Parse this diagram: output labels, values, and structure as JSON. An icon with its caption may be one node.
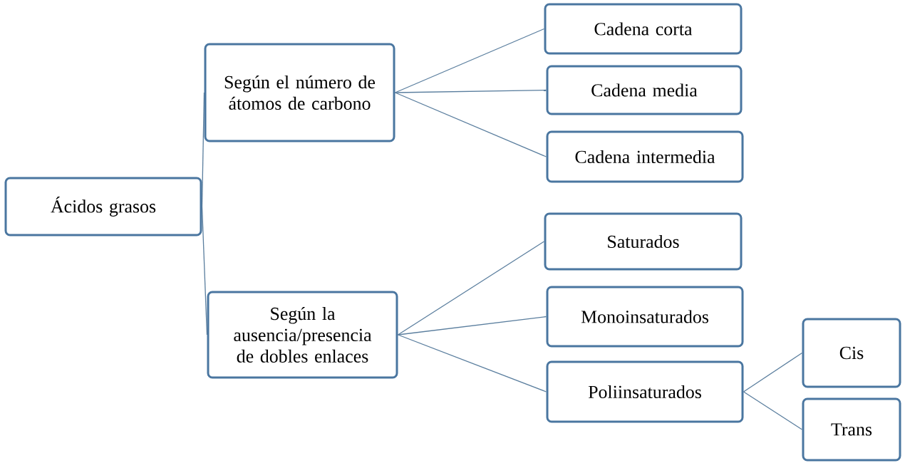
{
  "diagram": {
    "nodes": [
      {
        "text": [
          "Ácidos grasos"
        ]
      },
      {
        "text": [
          "Según el número de átomos de carbono"
        ]
      },
      {
        "text": [
          "Según la ausencia/presencia de dobles enlaces"
        ]
      },
      {
        "text": [
          "Cadena corta"
        ]
      },
      {
        "text": [
          "Cadena media"
        ]
      },
      {
        "text": [
          "Cadena intermedia"
        ]
      },
      {
        "text": [
          "Saturados"
        ]
      },
      {
        "text": [
          "Monoinsaturados"
        ]
      },
      {
        "text": [
          "Poliinsaturados"
        ]
      },
      {
        "text": [
          "Cis"
        ]
      },
      {
        "text": [
          "Trans"
        ]
      }
    ],
    "edges": [
      {
        "from": 0,
        "to": 1,
        "arrow": "none"
      },
      {
        "from": 0,
        "to": 2,
        "arrow": "none"
      },
      {
        "from": 1,
        "to": 3,
        "arrow": "none"
      },
      {
        "from": 1,
        "to": 4,
        "arrow": "none"
      },
      {
        "from": 1,
        "to": 5,
        "arrow": "none"
      },
      {
        "from": 2,
        "to": 6,
        "arrow": "none"
      },
      {
        "from": 2,
        "to": 7,
        "arrow": "none"
      },
      {
        "from": 2,
        "to": 8,
        "arrow": "none"
      },
      {
        "from": 8,
        "to": 9,
        "arrow": "none"
      },
      {
        "from": 8,
        "to": 10,
        "arrow": "none"
      }
    ]
  }
}
